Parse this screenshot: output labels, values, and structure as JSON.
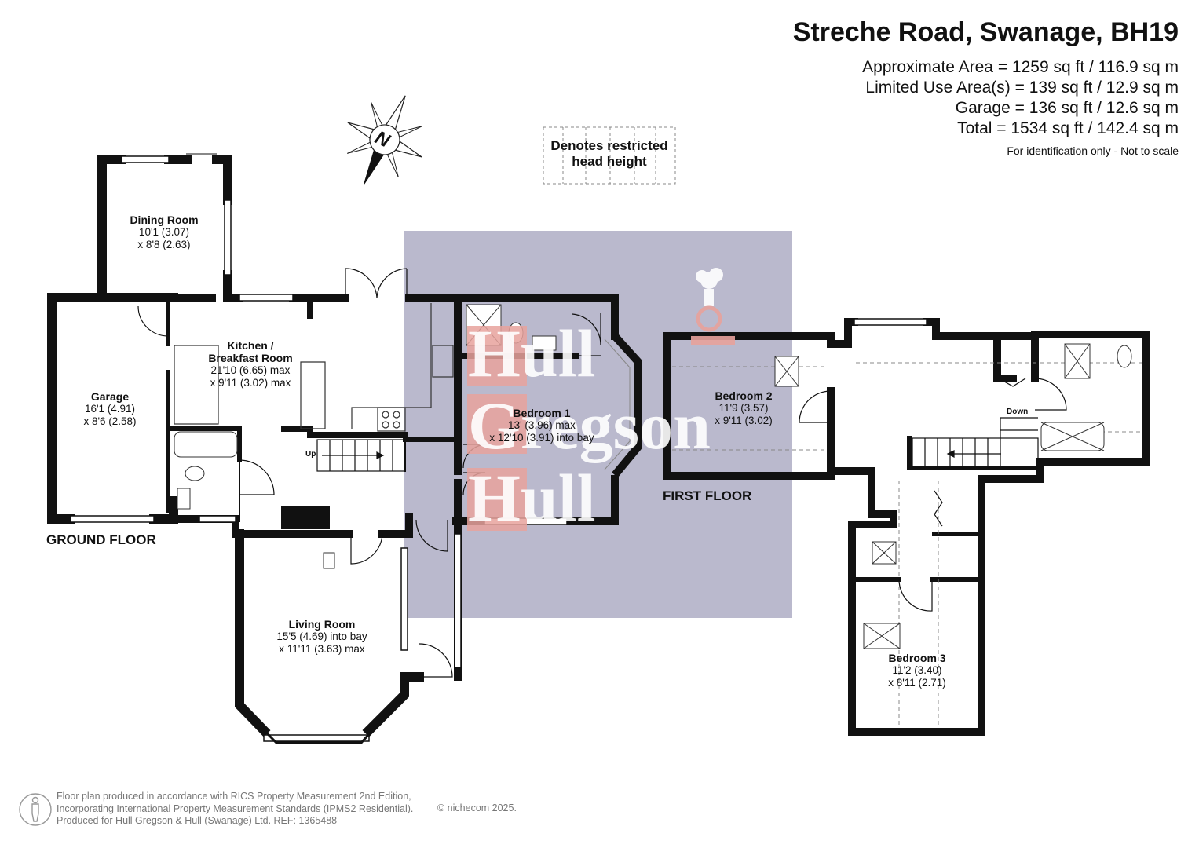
{
  "header": {
    "address": "Streche Road, Swanage, BH19",
    "approx_area": "Approximate Area = 1259 sq ft / 116.9 sq m",
    "limited_use_area": "Limited Use Area(s) = 139 sq ft / 12.9 sq m",
    "garage_area": "Garage = 136 sq ft / 12.6 sq m",
    "total_area": "Total = 1534 sq ft / 142.4 sq m",
    "identification": "For identification only - Not to scale"
  },
  "legend": {
    "line1": "Denotes restricted",
    "line2": "head height"
  },
  "compass": {
    "label": "N",
    "icon": "compass-icon"
  },
  "floors": {
    "ground": "GROUND FLOOR",
    "first": "FIRST FLOOR"
  },
  "stair_labels": {
    "up": "Up",
    "down": "Down"
  },
  "rooms": {
    "dining": {
      "name": "Dining Room",
      "dim1": "10'1 (3.07)",
      "dim2": "x 8'8 (2.63)"
    },
    "kitchen": {
      "name": "Kitchen /",
      "name2": "Breakfast Room",
      "dim1": "21'10 (6.65) max",
      "dim2": "x 9'11 (3.02) max"
    },
    "garage": {
      "name": "Garage",
      "dim1": "16'1 (4.91)",
      "dim2": "x 8'6 (2.58)"
    },
    "living": {
      "name": "Living Room",
      "dim1": "15'5 (4.69) into bay",
      "dim2": "x 11'11 (3.63) max"
    },
    "bedroom1": {
      "name": "Bedroom 1",
      "dim1": "13' (3.96) max",
      "dim2": "x 12'10 (3.91) into bay"
    },
    "bedroom2": {
      "name": "Bedroom 2",
      "dim1": "11'9 (3.57)",
      "dim2": "x 9'11 (3.02)"
    },
    "bedroom3": {
      "name": "Bedroom 3",
      "dim1": "11'2 (3.40)",
      "dim2": "x 8'11 (2.71)"
    }
  },
  "watermark": {
    "line1": "Hull",
    "line2": "Gregson",
    "line3": "Hull"
  },
  "footer": {
    "line1": "Floor plan produced in accordance with RICS Property Measurement 2nd Edition,",
    "line2": "Incorporating International Property Measurement Standards (IPMS2 Residential).",
    "line3": "Produced for Hull Gregson & Hull (Swanage) Ltd.   REF:  1365488",
    "copyright": "© nichecom 2025."
  },
  "colors": {
    "wall": "#111111",
    "overlay": "#aeadc4",
    "watermark_red": "#e8a29c"
  }
}
